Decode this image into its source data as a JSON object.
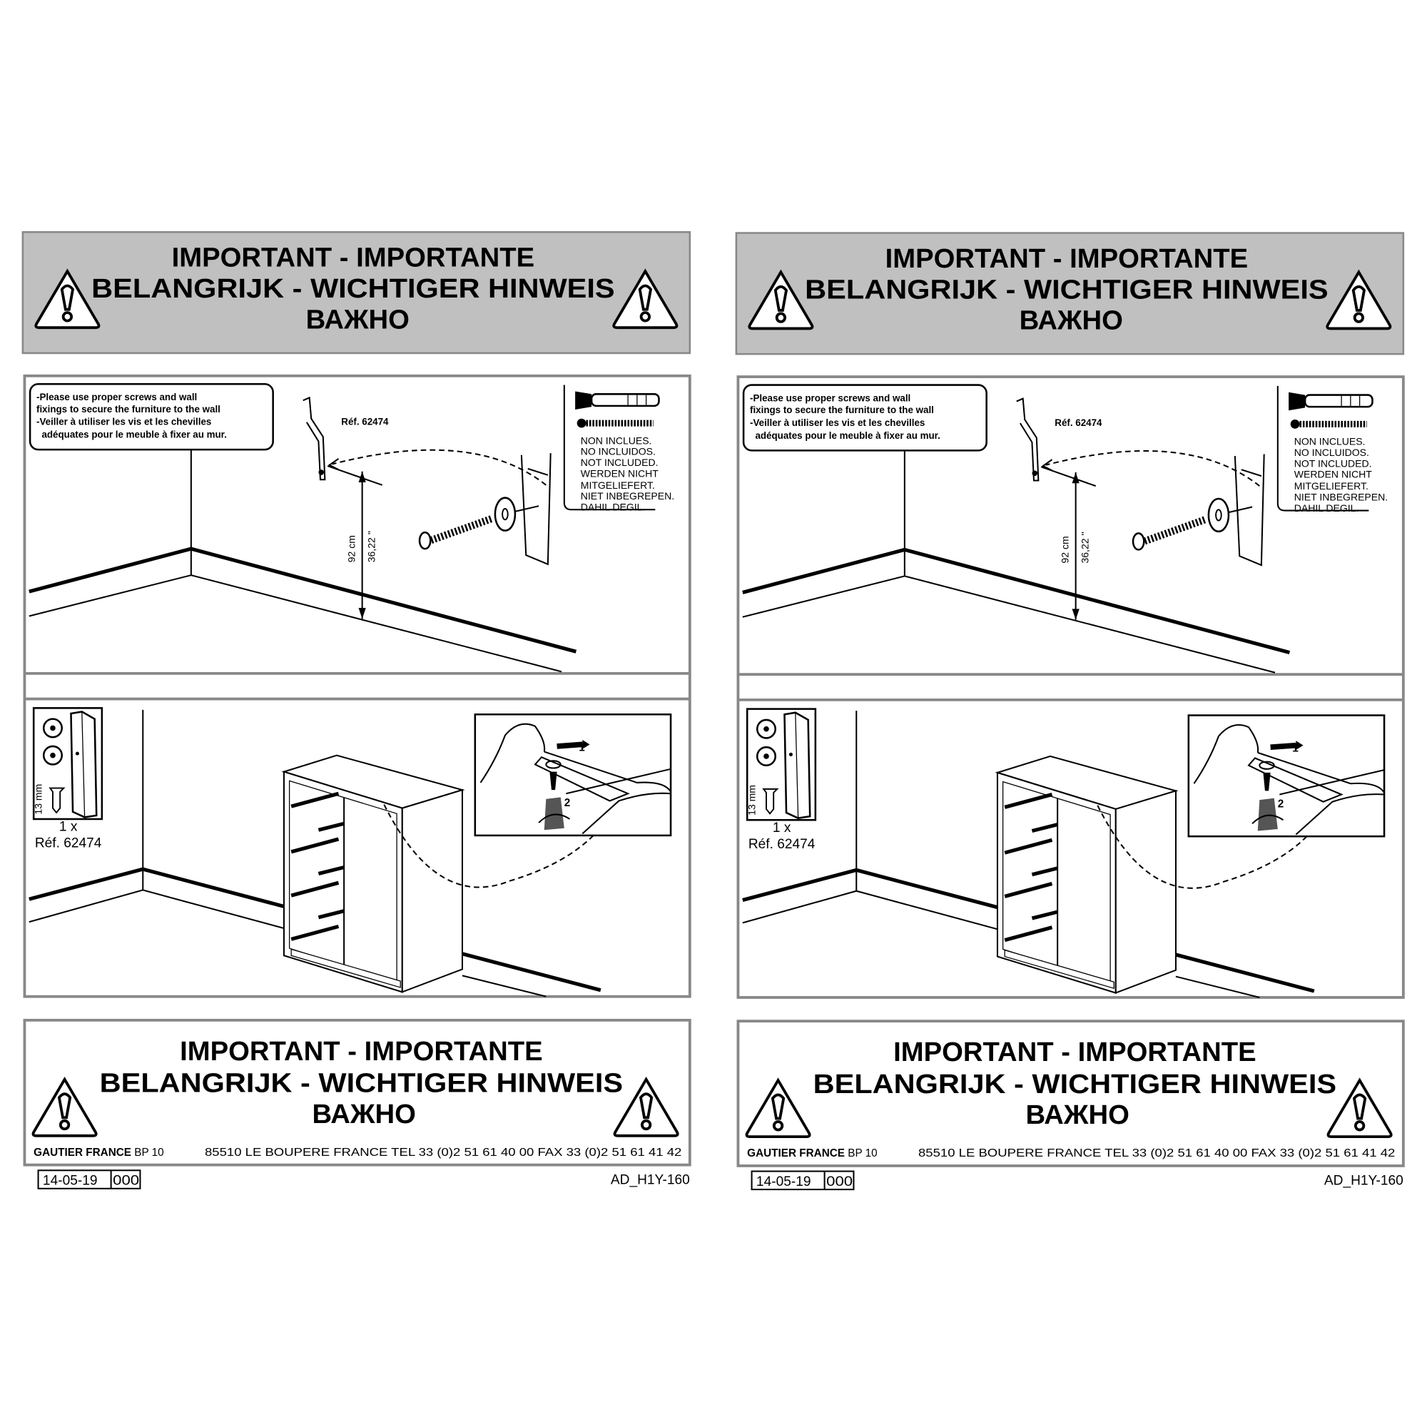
{
  "header": {
    "line1": "IMPORTANT - IMPORTANTE",
    "line2": "BELANGRIJK - WICHTIGER HINWEIS",
    "line3": "ВАЖНО"
  },
  "step1": {
    "note_lines": [
      "-Please use proper screws and wall",
      " fixings to secure the furniture to the wall",
      "-Veiller à utiliser les vis et les chevilles",
      "  adéquates pour le meuble à fixer au mur."
    ],
    "ref": "Réf. 62474",
    "height_cm": "92 cm",
    "height_in": "36,22 ''",
    "not_included": [
      "NON INCLUES.",
      "NO INCLUIDOS.",
      "NOT INCLUDED.",
      "WERDEN NICHT",
      "MITGELIEFERT.",
      "NIET INBEGREPEN.",
      "DAHIL DEGIL."
    ]
  },
  "step2": {
    "screw_length": "13 mm",
    "quantity": "1 x",
    "ref": "Réf. 62474",
    "step_1": "1",
    "step_2": "2"
  },
  "footer": {
    "line1": "IMPORTANT - IMPORTANTE",
    "line2": "BELANGRIJK - WICHTIGER HINWEIS",
    "line3": "ВАЖНО",
    "company": "GAUTIER FRANCE",
    "bp": " BP 10",
    "address": "85510 LE BOUPERE FRANCE TEL 33 (0)2 51 61 40 00 FAX 33 (0)2 51 61 41 42",
    "date": "14-05-19",
    "revision": "000",
    "code": "AD_H1Y-160"
  },
  "colors": {
    "header_bg": "#c0c0c0",
    "frame": "#888888"
  }
}
